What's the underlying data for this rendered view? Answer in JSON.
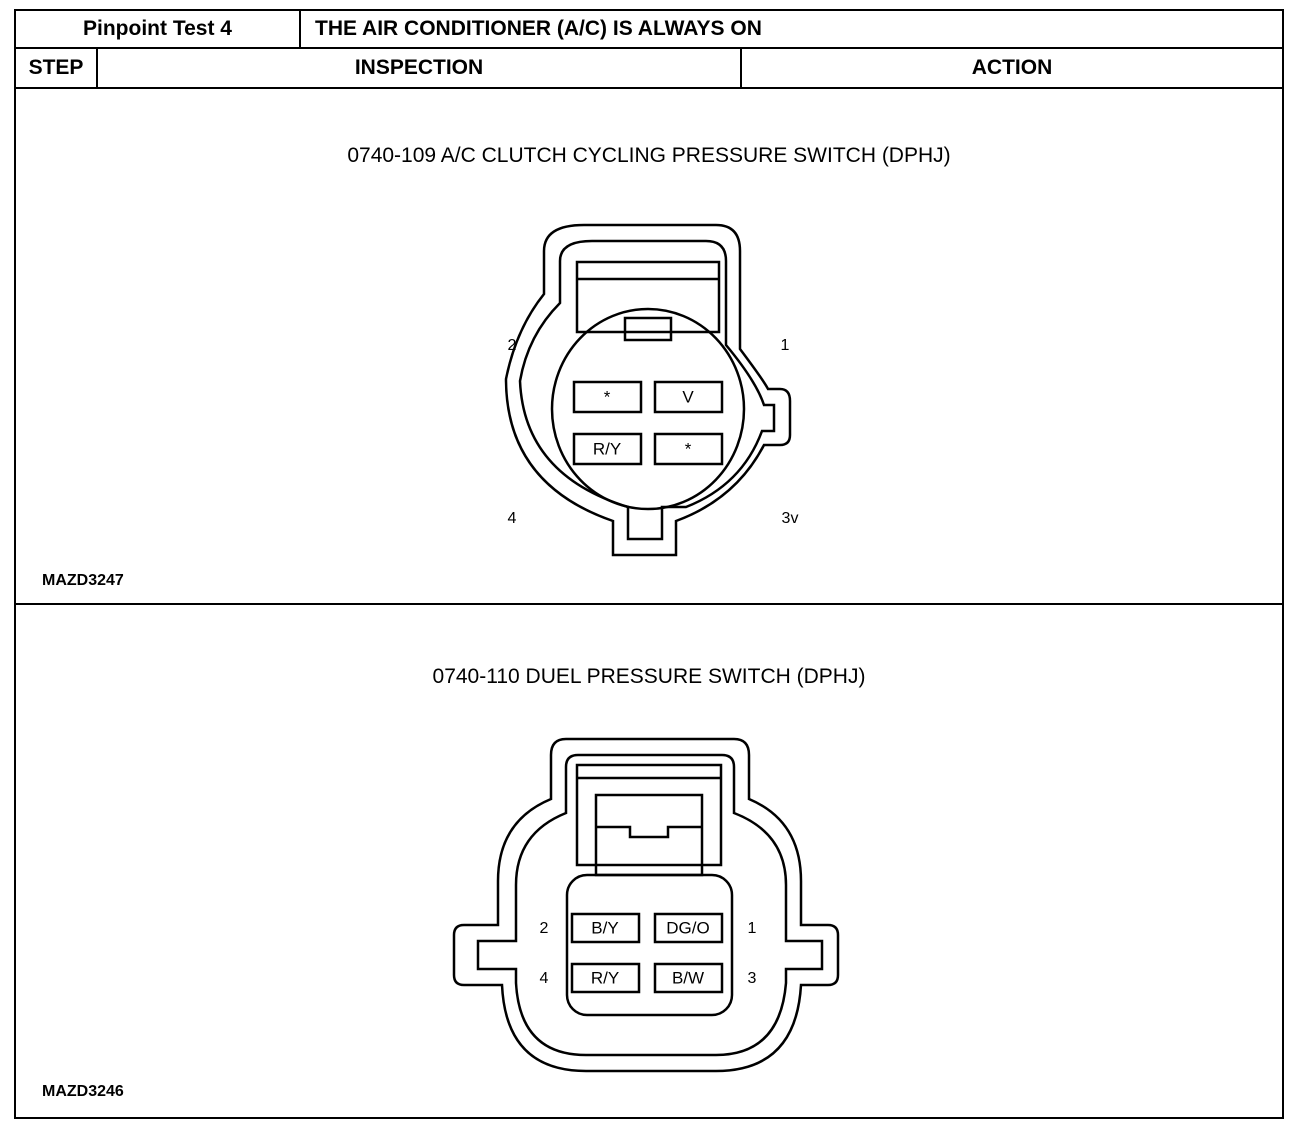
{
  "header": {
    "test_label": "Pinpoint Test 4",
    "test_title": "THE AIR CONDITIONER (A/C) IS ALWAYS ON",
    "col_step": "STEP",
    "col_inspection": "INSPECTION",
    "col_action": "ACTION"
  },
  "diagram1": {
    "title": "0740-109 A/C CLUTCH CYCLING PRESSURE SWITCH (DPHJ)",
    "ref": "MAZD3247",
    "pin_labels": [
      "2",
      "1",
      "4",
      "3v"
    ],
    "cavities": [
      "*",
      "V",
      "R/Y",
      "*"
    ]
  },
  "diagram2": {
    "title": "0740-110 DUEL PRESSURE SWITCH (DPHJ)",
    "ref": "MAZD3246",
    "pin_labels": [
      "2",
      "1",
      "4",
      "3"
    ],
    "cavities": [
      "B/Y",
      "DG/O",
      "R/Y",
      "B/W"
    ]
  }
}
